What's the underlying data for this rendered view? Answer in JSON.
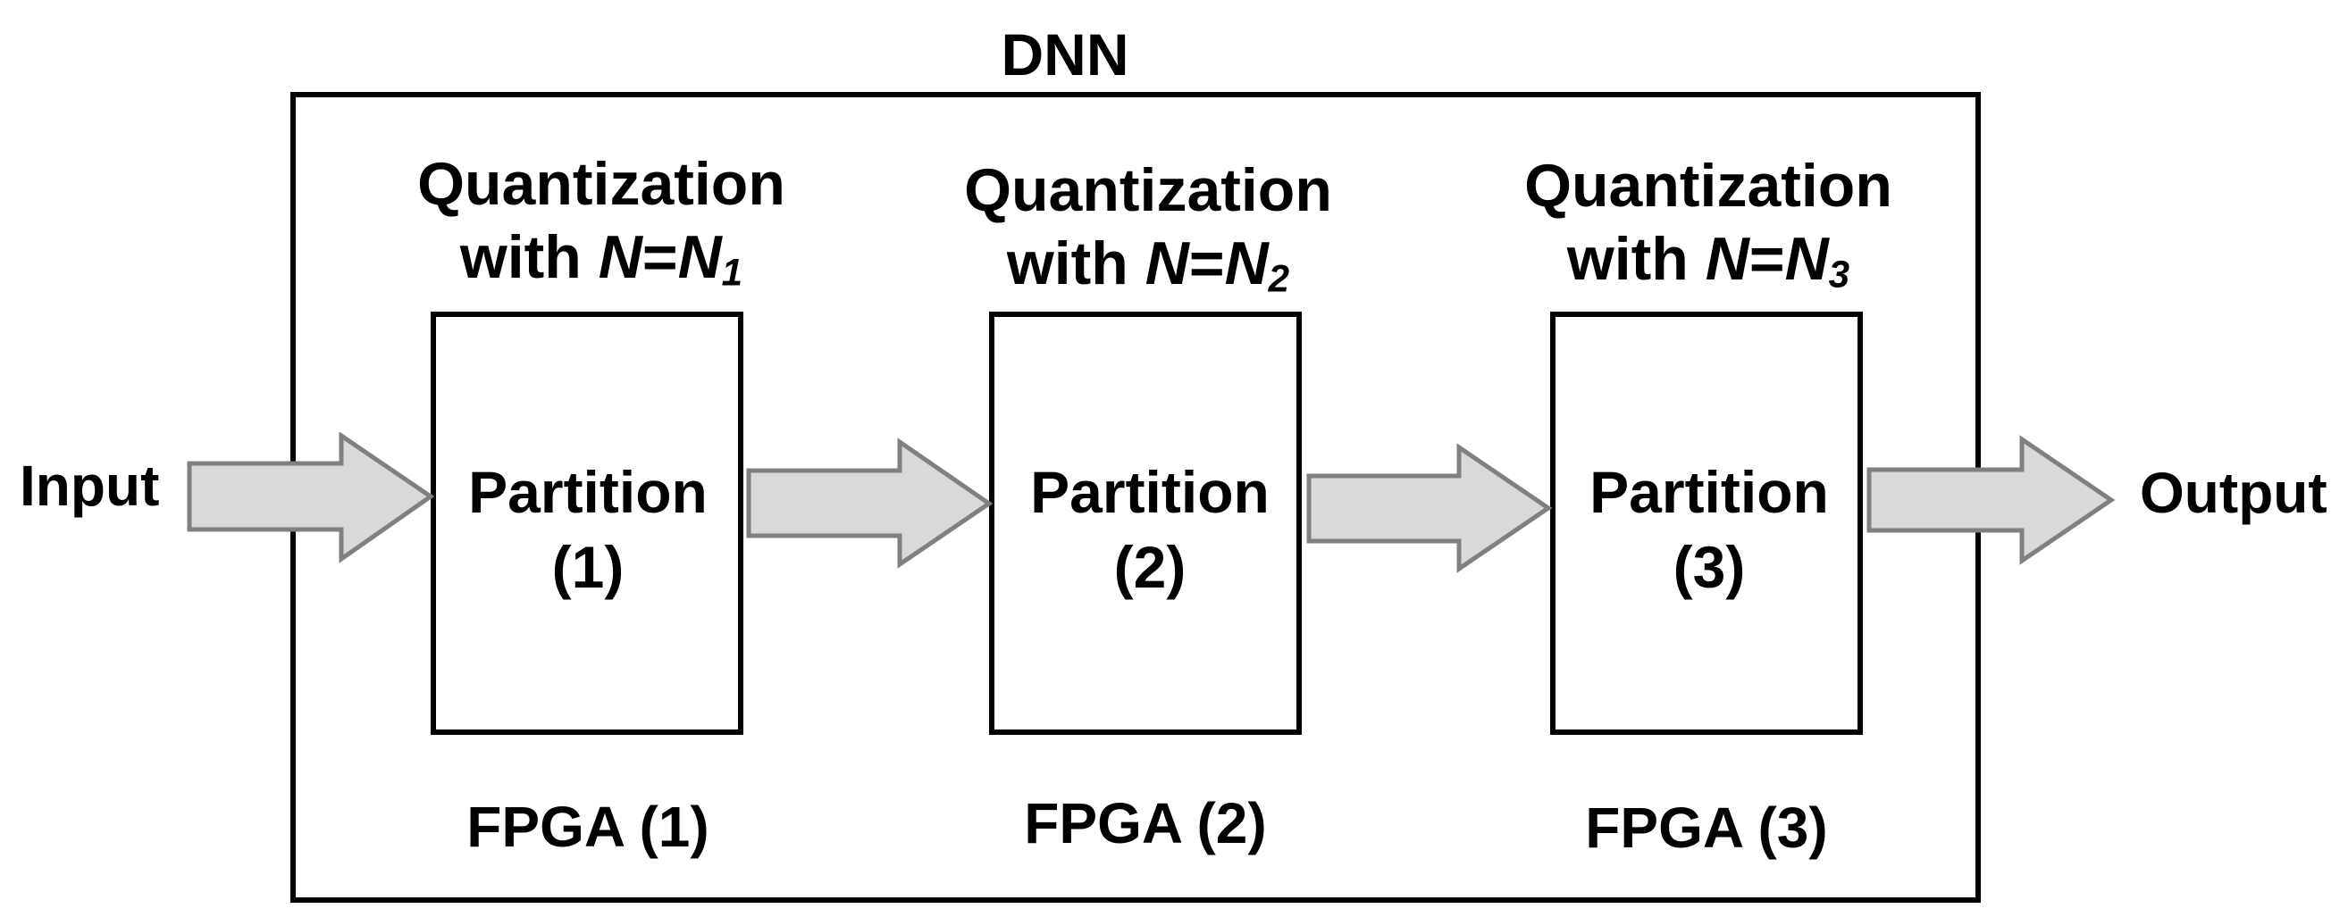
{
  "title": "DNN",
  "input_label": "Input",
  "output_label": "Output",
  "colors": {
    "stroke": "#000000",
    "arrow_fill": "#d9d9d9",
    "arrow_stroke": "#808080",
    "background": "#ffffff"
  },
  "stages": [
    {
      "quant_line1": "Quantization",
      "quant_with": "with",
      "quant_var": "N",
      "quant_eq": "=",
      "quant_rhs": "N",
      "quant_sub": "1",
      "partition": "Partition",
      "partition_index": "(1)",
      "fpga": "FPGA (1)"
    },
    {
      "quant_line1": "Quantization",
      "quant_with": "with",
      "quant_var": "N",
      "quant_eq": "=",
      "quant_rhs": "N",
      "quant_sub": "2",
      "partition": "Partition",
      "partition_index": "(2)",
      "fpga": "FPGA (2)"
    },
    {
      "quant_line1": "Quantization",
      "quant_with": "with",
      "quant_var": "N",
      "quant_eq": "=",
      "quant_rhs": "N",
      "quant_sub": "3",
      "partition": "Partition",
      "partition_index": "(3)",
      "fpga": "FPGA (3)"
    }
  ]
}
